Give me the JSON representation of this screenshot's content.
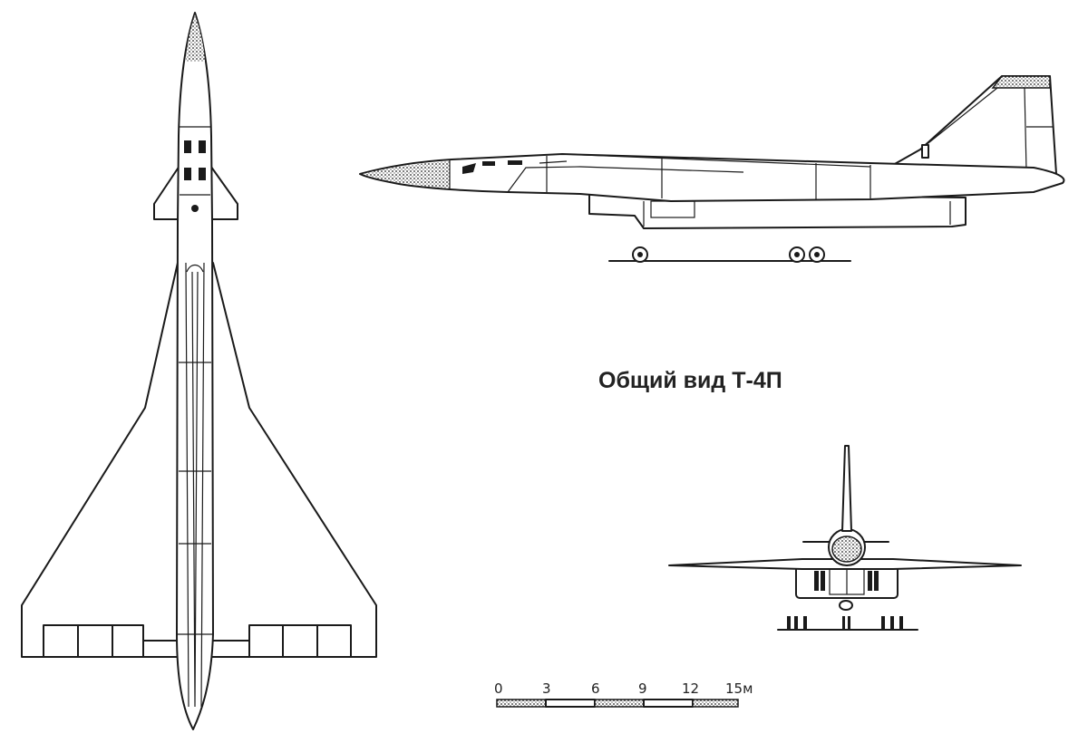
{
  "title": "Общий вид Т-4П",
  "scale_bar": {
    "ticks": [
      "0",
      "3",
      "6",
      "9",
      "12",
      "15м"
    ]
  },
  "colors": {
    "ink": "#1a1a1a",
    "paper": "#ffffff"
  }
}
